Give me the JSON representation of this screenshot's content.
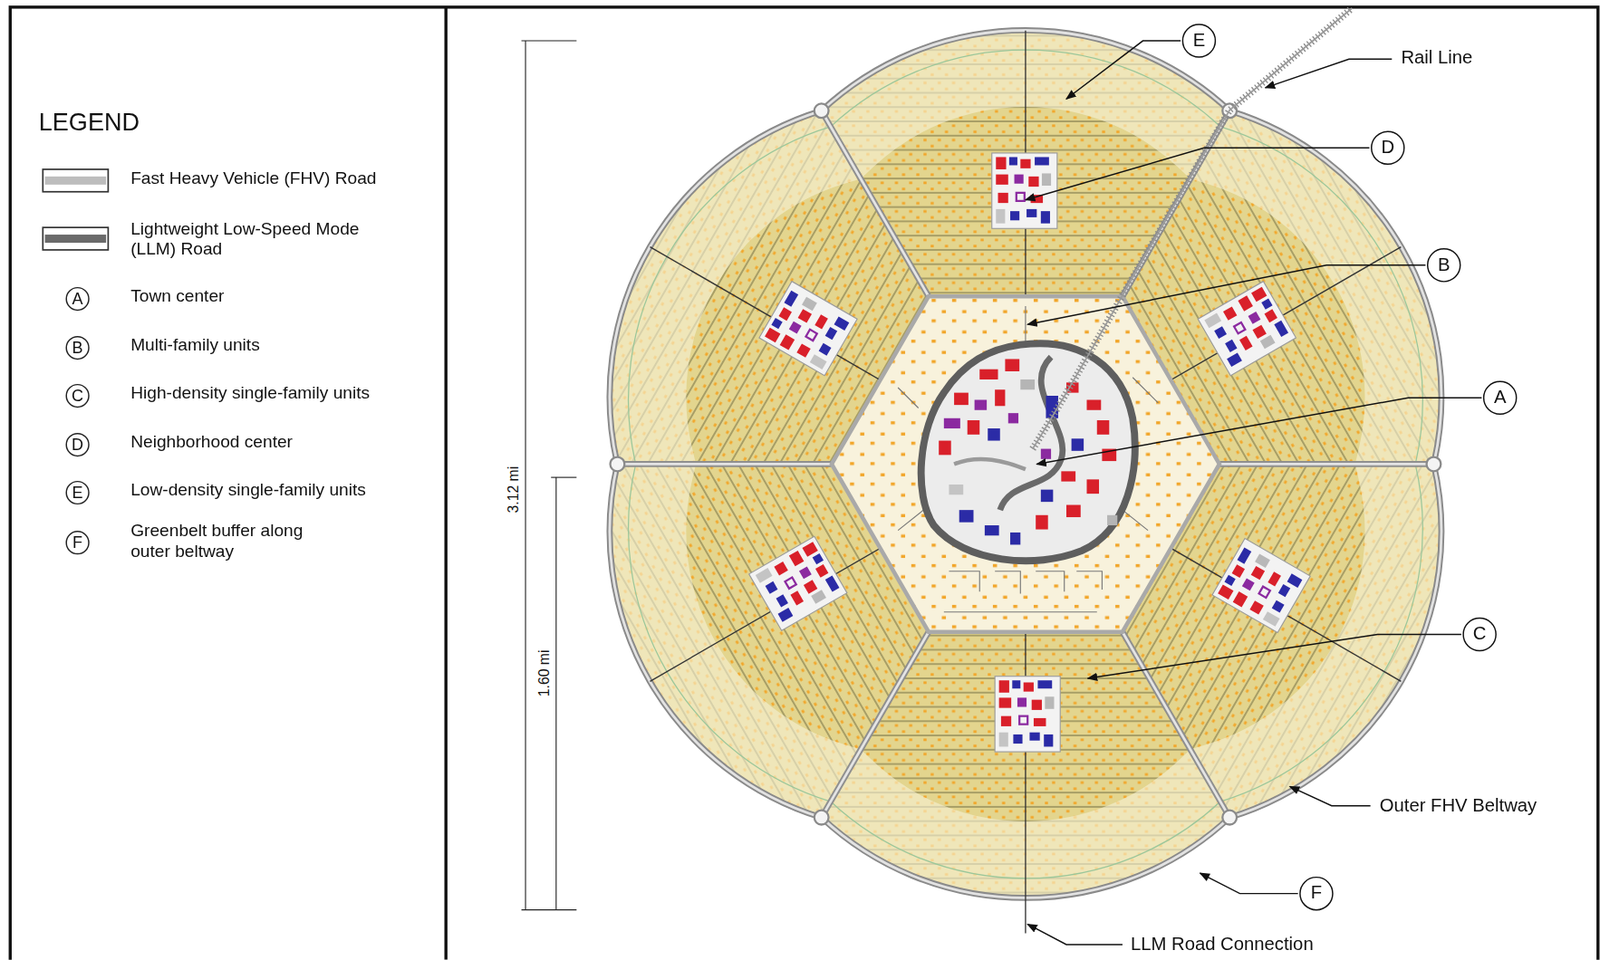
{
  "diagram": {
    "labels": [
      "LEGEND",
      "A",
      "B",
      "C",
      "D",
      "E",
      "F",
      "3.12 mi",
      "1.60 mi",
      "E",
      "Rail Line",
      "D",
      "B",
      "A",
      "C",
      "Outer FHV Beltway",
      "F",
      "LLM Road Connection"
    ],
    "legend": [
      {
        "text": "Fast Heavy Vehicle (FHV) Road"
      },
      {
        "text": "Lightweight Low-Speed Mode (LLM) Road"
      },
      {
        "text": "Town center"
      },
      {
        "text": "Multi-family units"
      },
      {
        "text": "High-density single-family units"
      },
      {
        "text": "Neighborhood center"
      },
      {
        "text": "Low-density single-family units"
      },
      {
        "text": "Greenbelt buffer along outer beltway"
      }
    ]
  }
}
